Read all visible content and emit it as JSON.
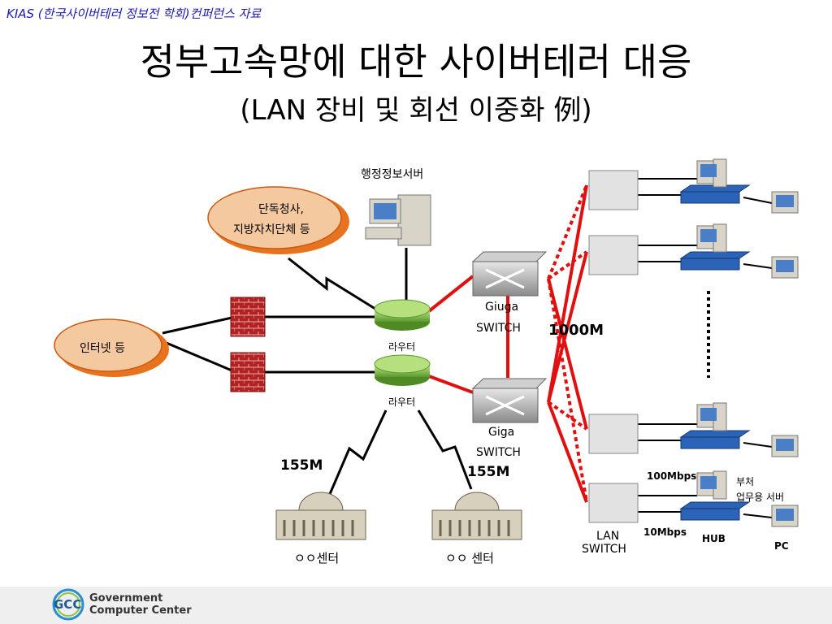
{
  "header": {
    "source": "KIAS (한국사이버테러 정보전 학회)컨퍼런스 자료",
    "title": "정부고속망에 대한 사이버테러 대응",
    "subtitle": "(LAN 장비 및 회선 이중화 例)"
  },
  "diagram": {
    "cloud_local_line1": "단독청사,",
    "cloud_local_line2": "지방자치단체 등",
    "cloud_internet": "인터넷 등",
    "admin_server": "행정정보서버",
    "router1": "라우터",
    "router2": "라우터",
    "giuga_line1": "Giuga",
    "giuga_line2": "SWITCH",
    "giga_line1": "Giga",
    "giga_line2": "SWITCH",
    "speed_1000": "1000M",
    "speed_155_left": "155M",
    "speed_155_right": "155M",
    "center_left": "ㅇㅇ센터",
    "center_right": "ㅇㅇ 센터",
    "lan_line1": "LAN",
    "lan_line2": "SWITCH",
    "speed_100mbps": "100Mbps",
    "speed_10mbps": "10Mbps",
    "hub": "HUB",
    "dept_line1": "부처",
    "dept_line2": "업무용 서버",
    "pc": "PC"
  },
  "footer": {
    "logo_mark": "GCC",
    "logo_line1": "Government",
    "logo_line2": "Computer Center"
  },
  "colors": {
    "link_red": "#e01010",
    "link_black": "#000000",
    "title_blue": "#1a1ab4",
    "cloud_fill": "#f5c9a0",
    "cloud_edge": "#e8731e",
    "firewall": "#b22222",
    "router_green": "#6fae3f",
    "hub_blue": "#2b63b8"
  }
}
